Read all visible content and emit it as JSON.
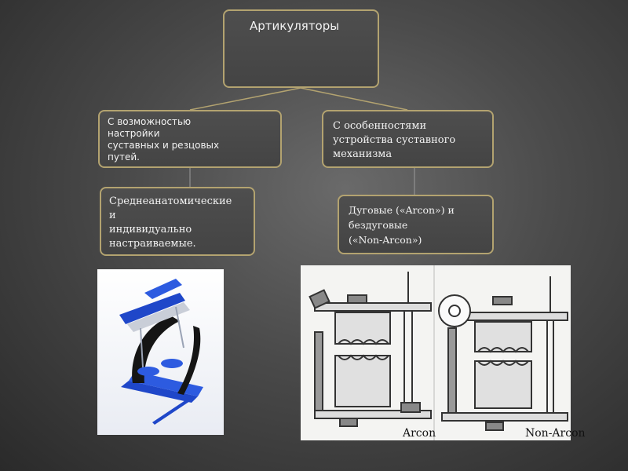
{
  "diagram": {
    "root": {
      "label": "Артикуляторы"
    },
    "left_branch": {
      "label": "С возможностью\nнастройки\nсуставных и резцовых\nпутей.",
      "child": "Среднеанатомические\nи\nиндивидуально\nнастраиваемые."
    },
    "right_branch": {
      "label": "С особенностями\nустройства суставного\nмеханизма",
      "child": "Дуговые («Arcon») и\nбездуговые\n(«Non-Arcon»)"
    }
  },
  "figures": {
    "arcon_caption": "Arcon",
    "non_arcon_caption": "Non-Arcon"
  },
  "colors": {
    "box_border": "#b3a370",
    "box_fill": "#4a4a4a",
    "text": "#f2f2f2",
    "articulator_blue": "#1f47c9"
  }
}
